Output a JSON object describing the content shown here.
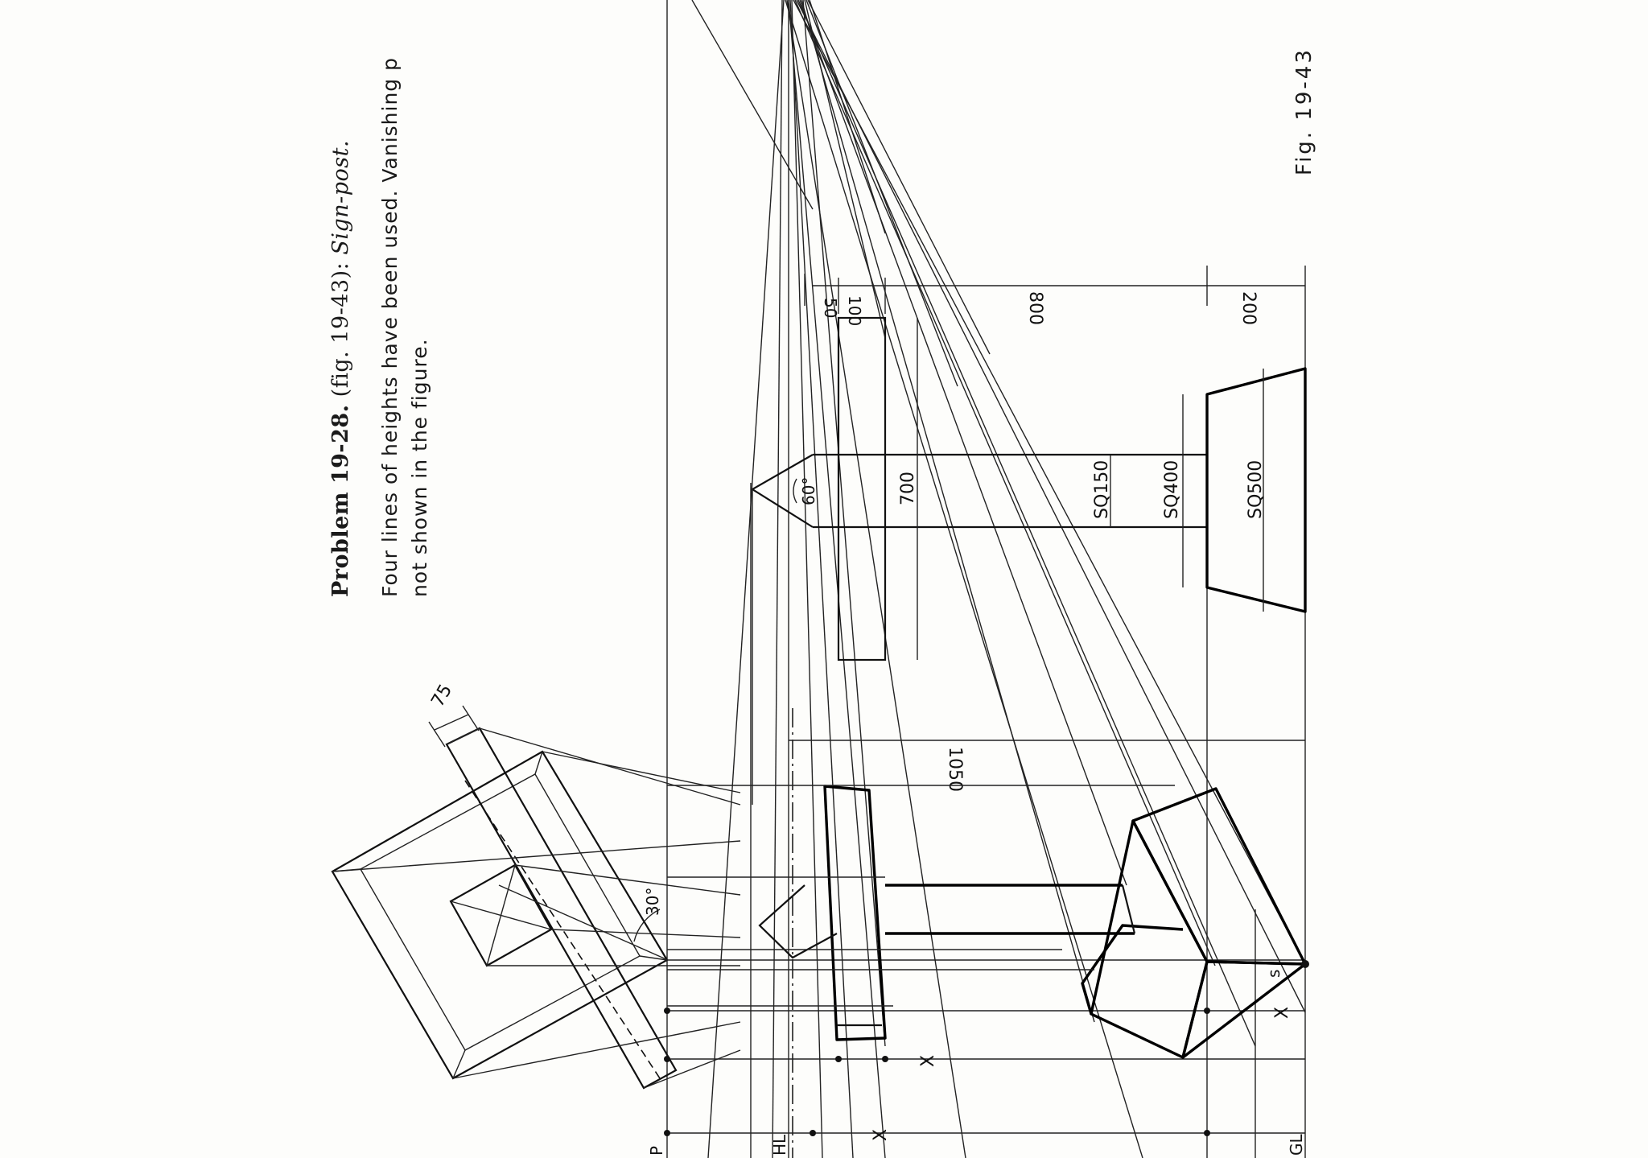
{
  "problem": {
    "number": "Problem 19-28.",
    "ref": "(fig. 19-43):",
    "title": "Sign-post.",
    "line1": "Four lines of heights have been used. Vanishing p",
    "line2": "not shown in the figure."
  },
  "figure_label": "Fig. 19-43",
  "labels": {
    "pp": "P",
    "hl": "HL",
    "gl": "GL",
    "x": "X",
    "s": "s"
  },
  "dimensions": {
    "d75": "75",
    "d30": "30°",
    "d60": "60°",
    "d50": "50",
    "d100": "100",
    "d800": "800",
    "d200": "200",
    "d700": "700",
    "d1050": "1050",
    "sq150": "SQ150",
    "sq400": "SQ400",
    "sq500": "SQ500"
  },
  "colors": {
    "ink": "#111111",
    "paper": "#fdfdfb"
  }
}
